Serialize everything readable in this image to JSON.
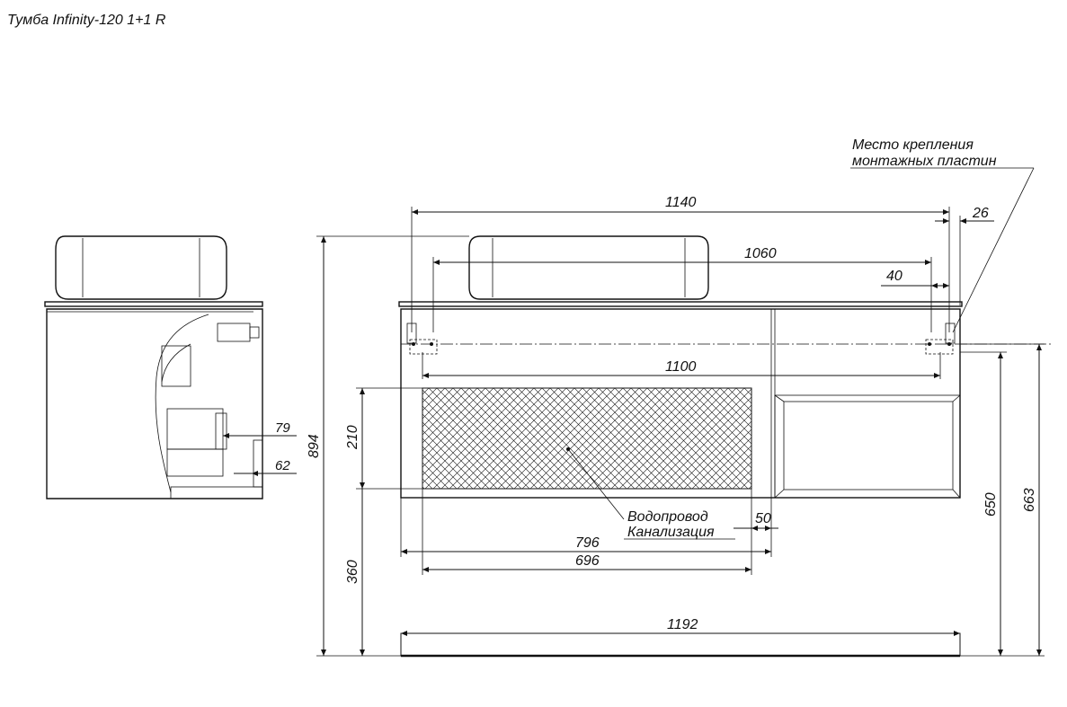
{
  "title": "Тумба Infinity-120 1+1 R",
  "callout": {
    "line1": "Место крепления",
    "line2": "монтажных пластин"
  },
  "pipes": {
    "water": "Водопровод",
    "sewer": "Канализация"
  },
  "dimensions": {
    "d1140": "1140",
    "d26": "26",
    "d1060": "1060",
    "d40": "40",
    "d1100": "1100",
    "d894": "894",
    "d210": "210",
    "d360": "360",
    "d50": "50",
    "d796": "796",
    "d696": "696",
    "d1192": "1192",
    "d650": "650",
    "d663": "663",
    "d79": "79",
    "d62": "62"
  }
}
